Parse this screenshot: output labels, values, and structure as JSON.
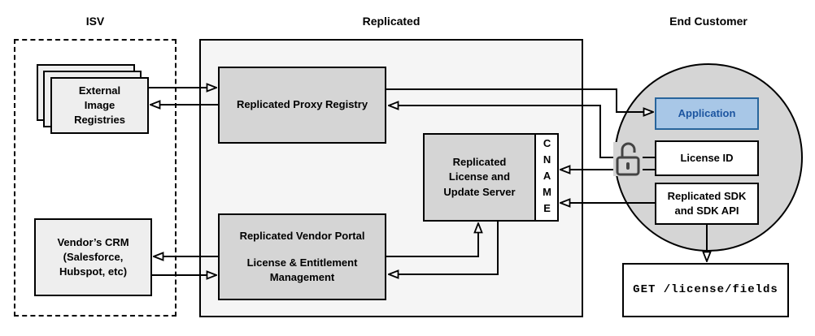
{
  "headings": {
    "isv": "ISV",
    "replicated": "Replicated",
    "end_customer": "End Customer"
  },
  "nodes": {
    "external_image_registries": "External\nImage\nRegistries",
    "replicated_proxy_registry": "Replicated Proxy Registry",
    "replicated_license_update_server": "Replicated\nLicense and\nUpdate Server",
    "cname": "CNAME",
    "vendor_portal_title": "Replicated Vendor Portal",
    "vendor_portal_subtitle": "License & Entitlement\nManagement",
    "vendors_crm": "Vendor’s CRM\n(Salesforce,\nHubspot, etc)",
    "application": "Application",
    "license_id": "License ID",
    "replicated_sdk": "Replicated SDK\nand SDK API",
    "get_license_fields": "GET /license/fields"
  },
  "icons": {
    "lock": "unlock-icon"
  },
  "colors": {
    "box_gray": "#d5d5d5",
    "light_gray": "#eeeeee",
    "container_gray": "#f5f5f5",
    "blue_fill": "#a8c7e7",
    "blue_border": "#28659c",
    "blue_text": "#1c55a0",
    "line": "#000000"
  }
}
